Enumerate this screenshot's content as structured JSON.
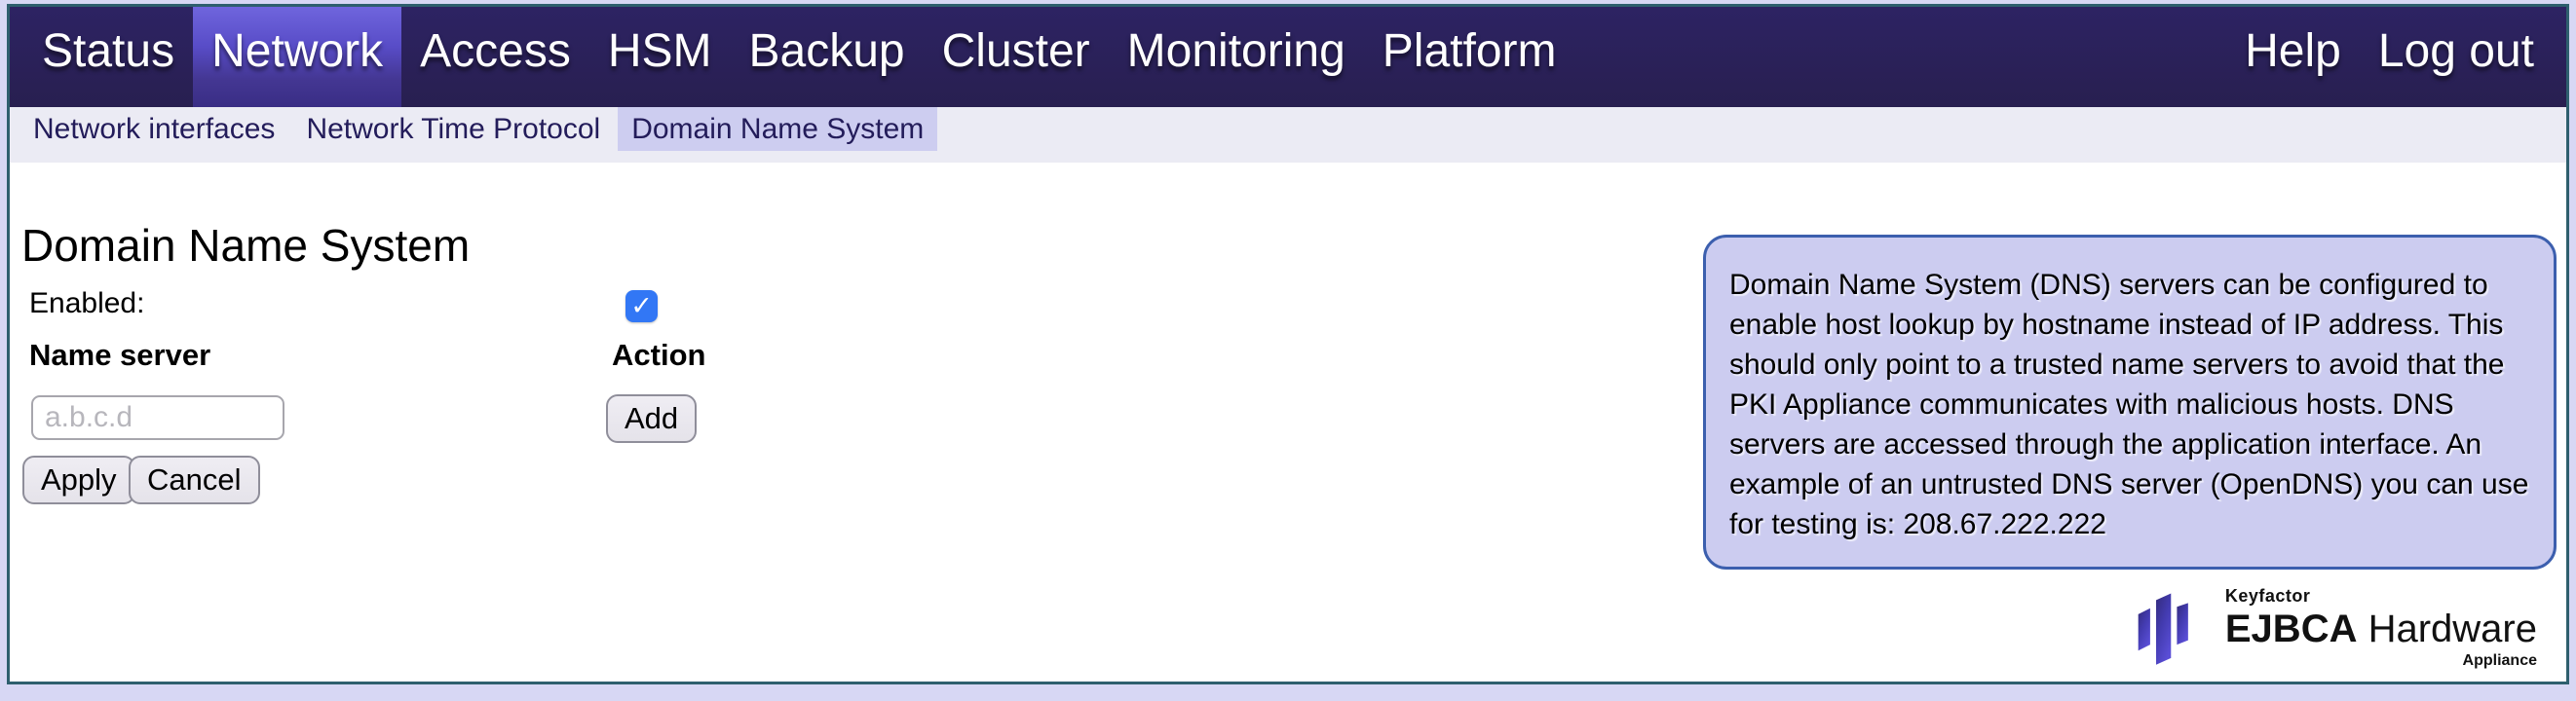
{
  "nav": {
    "active_item": "Network",
    "items": [
      {
        "label": "Status"
      },
      {
        "label": "Network",
        "active": true
      },
      {
        "label": "Access"
      },
      {
        "label": "HSM"
      },
      {
        "label": "Backup"
      },
      {
        "label": "Cluster"
      },
      {
        "label": "Monitoring"
      },
      {
        "label": "Platform"
      }
    ],
    "right_items": [
      {
        "label": "Help"
      },
      {
        "label": "Log out"
      }
    ]
  },
  "subnav": {
    "active_item": "Domain Name System",
    "items": [
      {
        "label": "Network interfaces"
      },
      {
        "label": "Network Time Protocol"
      },
      {
        "label": "Domain Name System",
        "active": true
      }
    ]
  },
  "content": {
    "title": "Domain Name System",
    "enabled_label": "Enabled:",
    "enabled_checked": true,
    "table": {
      "name_server_header": "Name server",
      "action_header": "Action"
    },
    "name_server_input": {
      "value": "",
      "placeholder": "a.b.c.d"
    },
    "buttons": {
      "add": "Add",
      "apply": "Apply",
      "cancel": "Cancel"
    }
  },
  "info_box": {
    "text": "Domain Name System (DNS) servers can be configured to enable host lookup by hostname instead of IP address. This should only point to a trusted name servers to avoid that the PKI Appliance communicates with malicious hosts. DNS servers are accessed through the application interface. An example of an untrusted DNS server (OpenDNS) you can use for testing is: 208.67.222.222"
  },
  "logo": {
    "brand": "Keyfactor",
    "product_bold": "EJBCA",
    "product_regular": "Hardware",
    "tagline": "Appliance"
  },
  "colors": {
    "outer_background": "#d7d7f4",
    "frame_border": "#2e5f6e",
    "nav_background": "#2b2259",
    "nav_active_gradient_top": "#6f65dd",
    "nav_active_gradient_bottom": "#392d85",
    "subnav_background": "#ebebf4",
    "subnav_active_background": "#cdcdf0",
    "subnav_text": "#231c5a",
    "info_box_background": "#ccccf0",
    "info_box_border": "#3c5fae",
    "checkbox_blue": "#3277f5"
  }
}
